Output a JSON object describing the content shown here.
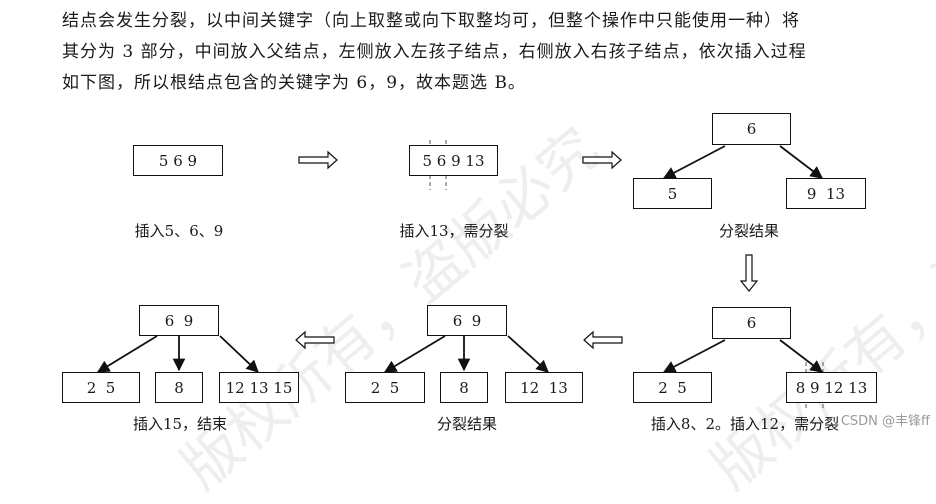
{
  "paragraph": {
    "lines": [
      "结点会发生分裂，以中间关键字（向上取整或向下取整均可，但整个操作中只能使用一种）将",
      "其分为 3 部分，中间放入父结点，左侧放入左孩子结点，右侧放入右孩子结点，依次插入过程",
      "如下图，所以根结点包含的关键字为 6，9，故本题选 B。"
    ]
  },
  "diagram": {
    "step1": {
      "node": "5 6 9",
      "caption": "插入5、6、9"
    },
    "step2": {
      "node": "5 6 9 13",
      "caption": "插入13，需分裂"
    },
    "step3": {
      "root": "6",
      "left": "5",
      "right": "9  13",
      "caption": "分裂结果"
    },
    "step4": {
      "root": "6",
      "left": "2  5",
      "right": "8 9 12 13",
      "caption": "插入8、2。插入12，需分裂"
    },
    "step5": {
      "root": "6  9",
      "left": "2  5",
      "mid": "8",
      "right": "12  13",
      "caption": "分裂结果"
    },
    "step6": {
      "root": "6  9",
      "left": "2  5",
      "mid": "8",
      "right": "12 13 15",
      "caption": "插入15，结束"
    }
  },
  "watermarks": [
    "版权所有，盗版必究",
    "版权所有，盗版必究"
  ],
  "credit": "CSDN @丰锋ff"
}
